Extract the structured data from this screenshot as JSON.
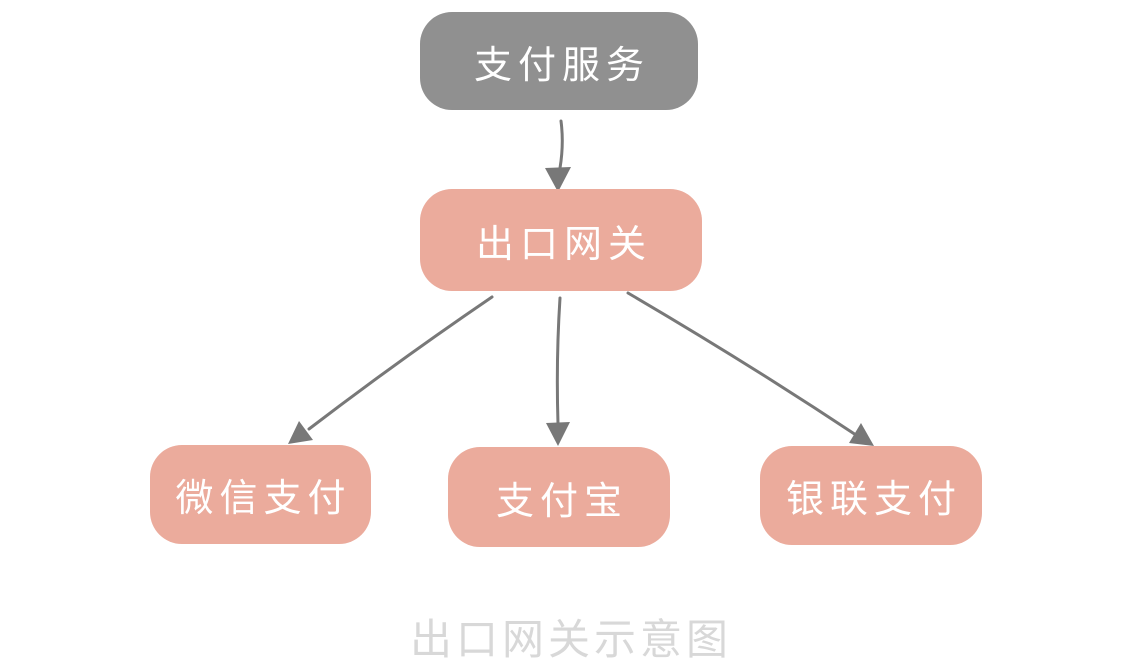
{
  "diagram": {
    "caption": "出口网关示意图",
    "nodes": [
      {
        "id": "payment-service",
        "label": "支付服务",
        "color": "#909090",
        "level": "top"
      },
      {
        "id": "exit-gateway",
        "label": "出口网关",
        "color": "#ebab9c",
        "level": "middle"
      },
      {
        "id": "wechat-pay",
        "label": "微信支付",
        "color": "#ebab9c",
        "level": "bottom"
      },
      {
        "id": "alipay",
        "label": "支付宝",
        "color": "#ebab9c",
        "level": "bottom"
      },
      {
        "id": "unionpay",
        "label": "银联支付",
        "color": "#ebab9c",
        "level": "bottom"
      }
    ],
    "edges": [
      {
        "from": "payment-service",
        "to": "exit-gateway"
      },
      {
        "from": "exit-gateway",
        "to": "wechat-pay"
      },
      {
        "from": "exit-gateway",
        "to": "alipay"
      },
      {
        "from": "exit-gateway",
        "to": "unionpay"
      }
    ],
    "colors": {
      "node_gray": "#909090",
      "node_salmon": "#ebab9c",
      "node_text": "#ffffff",
      "arrow": "#787878",
      "caption_text": "#d8d8d8",
      "background": "#ffffff"
    }
  }
}
